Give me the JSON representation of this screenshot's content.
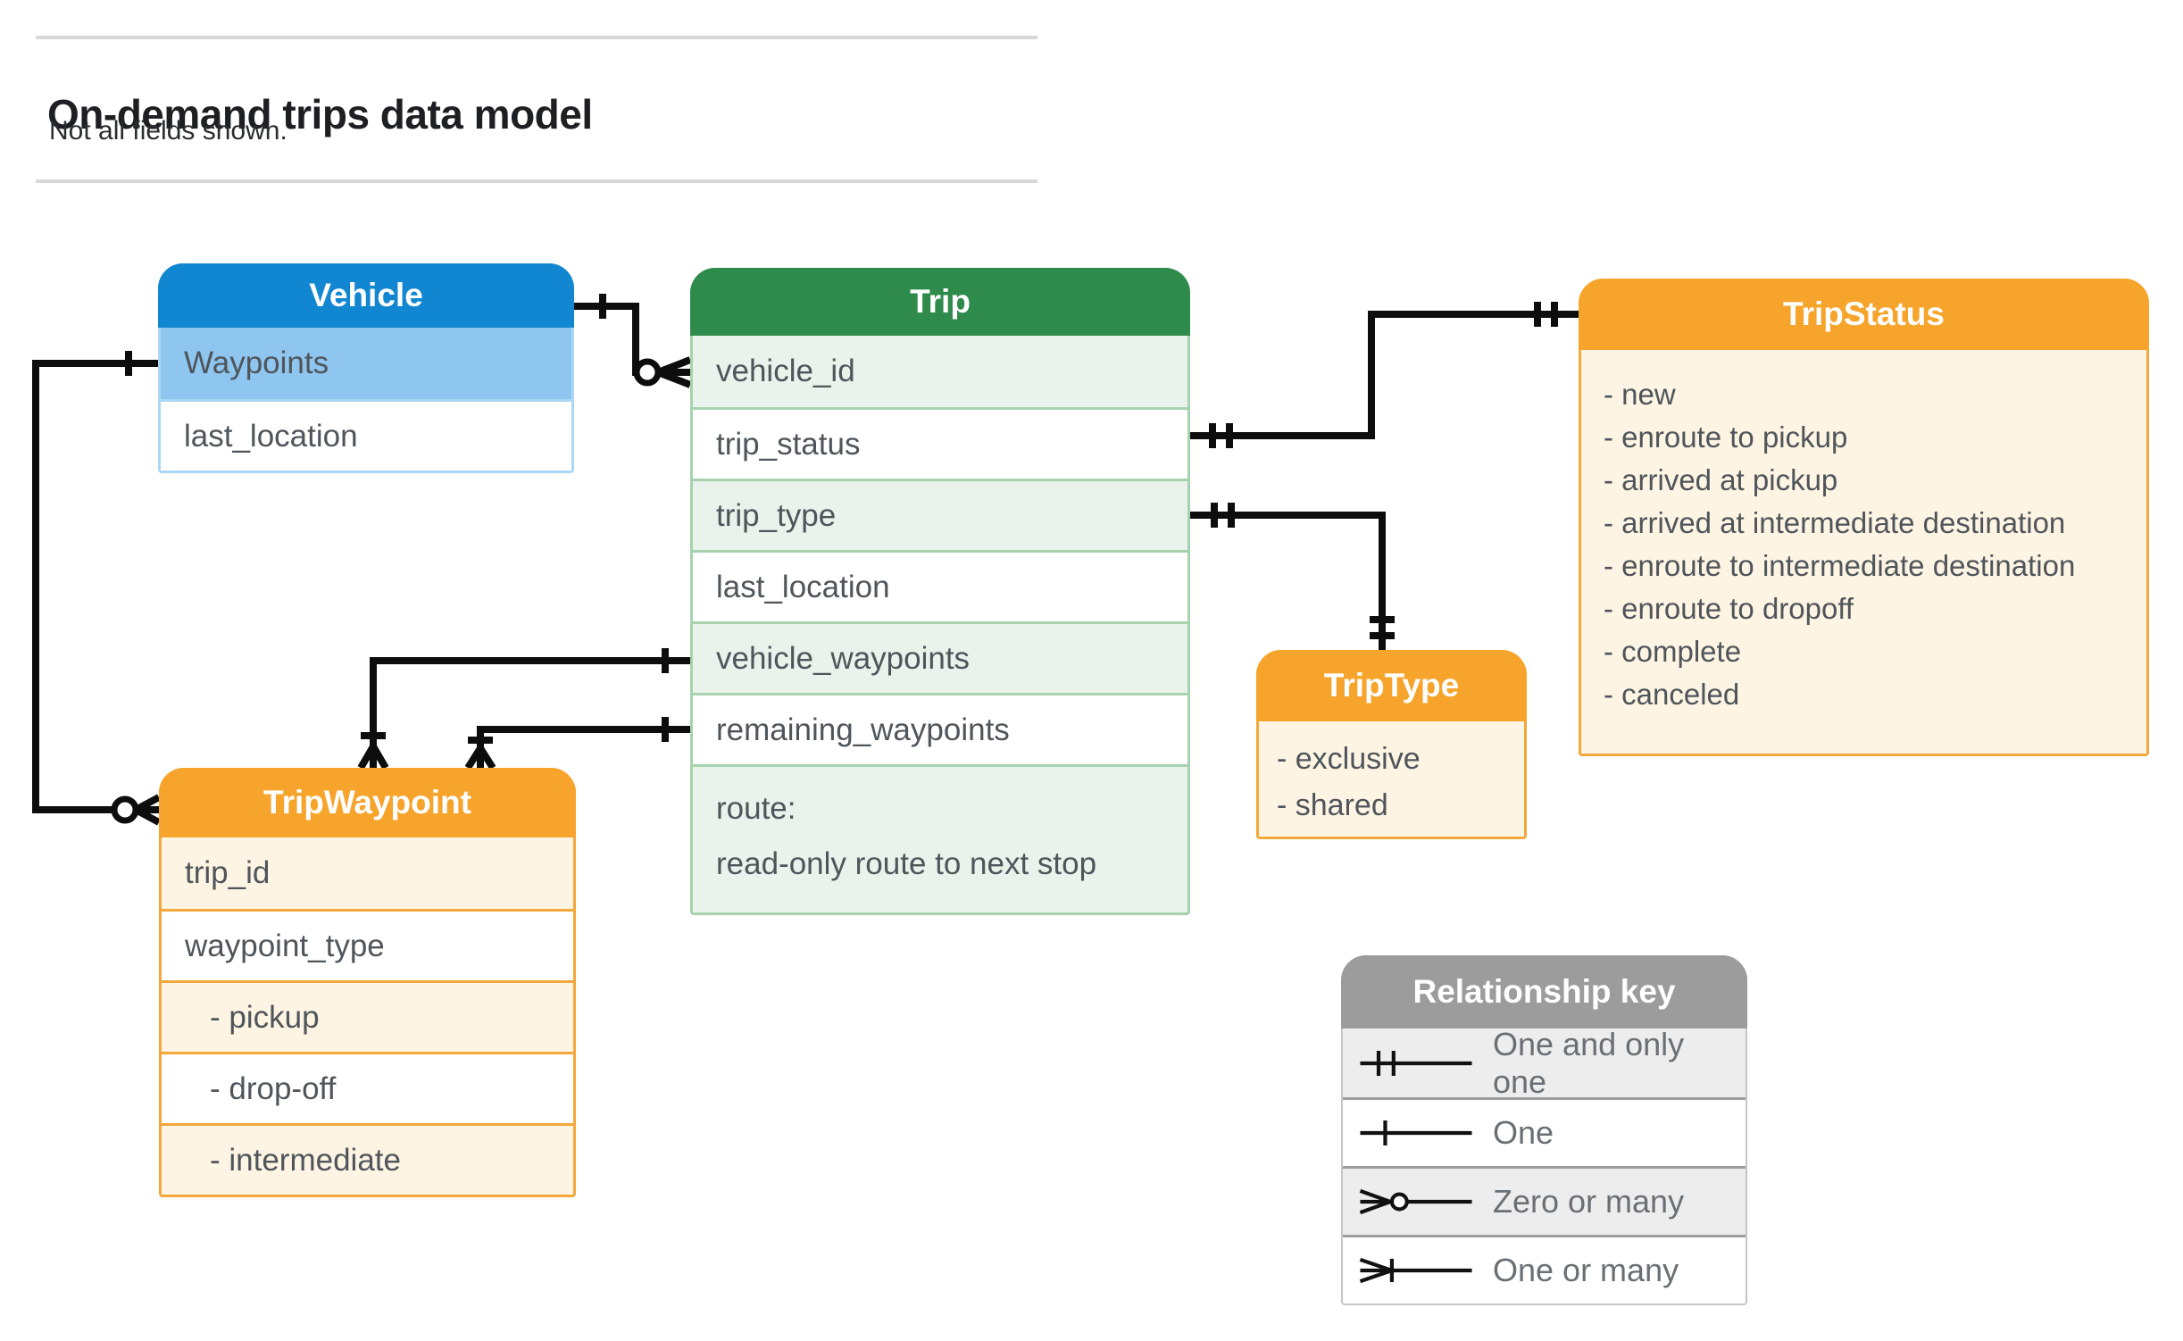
{
  "page": {
    "title": "On-demand trips data model",
    "subtitle": "Not all fields shown."
  },
  "tables": {
    "vehicle": {
      "title": "Vehicle",
      "rows": [
        "Waypoints",
        "last_location"
      ]
    },
    "trip": {
      "title": "Trip",
      "rows": [
        "vehicle_id",
        "trip_status",
        "trip_type",
        "last_location",
        "vehicle_waypoints",
        "remaining_waypoints"
      ],
      "route_label": "route:",
      "route_desc": "read-only route to next stop"
    },
    "trip_status": {
      "title": "TripStatus",
      "items": [
        "- new",
        "- enroute to pickup",
        "- arrived at pickup",
        "- arrived at intermediate destination",
        "- enroute to intermediate destination",
        "- enroute to dropoff",
        "- complete",
        "- canceled"
      ]
    },
    "trip_type": {
      "title": "TripType",
      "items": [
        "- exclusive",
        "- shared"
      ]
    },
    "trip_waypoint": {
      "title": "TripWaypoint",
      "rows": [
        "trip_id",
        "waypoint_type",
        "- pickup",
        "- drop-off",
        "- intermediate"
      ]
    }
  },
  "legend": {
    "title": "Relationship key",
    "items": [
      "One and only one",
      "One",
      "Zero or many",
      "One or many"
    ]
  },
  "colors": {
    "blue": "#1187d2",
    "blue-light": "#8ec6f0",
    "blue-border": "#a9d7f5",
    "green": "#2e8b4b",
    "green-light": "#e9f3eb",
    "green-border": "#a6d3ae",
    "orange": "#f7a42c",
    "orange-light": "#fdf4e3",
    "orange-border": "#f4a73a",
    "gray": "#9c9c9c",
    "gray-light": "#ededed",
    "line": "#0d0d0d",
    "text": "#4f555a"
  }
}
